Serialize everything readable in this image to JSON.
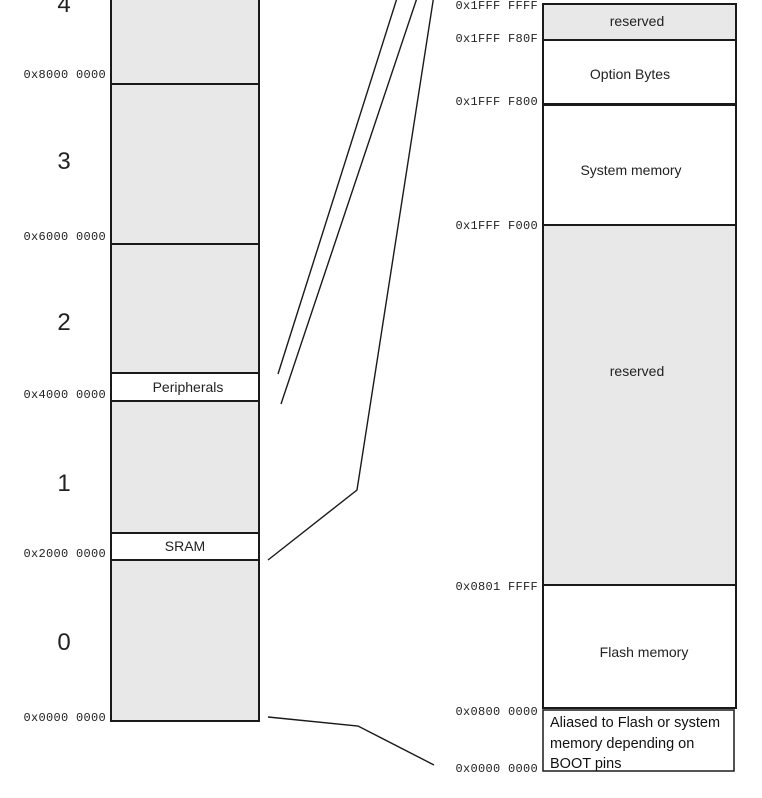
{
  "left_map": {
    "block_numbers": [
      "4",
      "3",
      "2",
      "1",
      "0"
    ],
    "addresses": [
      "0x8000 0000",
      "0x6000 0000",
      "0x4000 0000",
      "0x2000 0000",
      "0x0000 0000"
    ],
    "peripherals_label": "Peripherals",
    "sram_label": "SRAM"
  },
  "right_map": {
    "addresses": [
      "0x1FFF FFFF",
      "0x1FFF F80F",
      "0x1FFF F800",
      "0x1FFF F000",
      "0x0801 FFFF",
      "0x0800 0000",
      "0x0000 0000"
    ],
    "regions": {
      "reserved_top": "reserved",
      "option_bytes": "Option Bytes",
      "system_memory": "System memory",
      "reserved_mid": "reserved",
      "flash_memory": "Flash memory"
    },
    "alias_note": [
      "Aliased to Flash or system",
      "memory depending on",
      "BOOT pins"
    ]
  },
  "colors": {
    "shaded": "#e8e8e8",
    "white": "#ffffff",
    "line": "#1a1a1a"
  }
}
